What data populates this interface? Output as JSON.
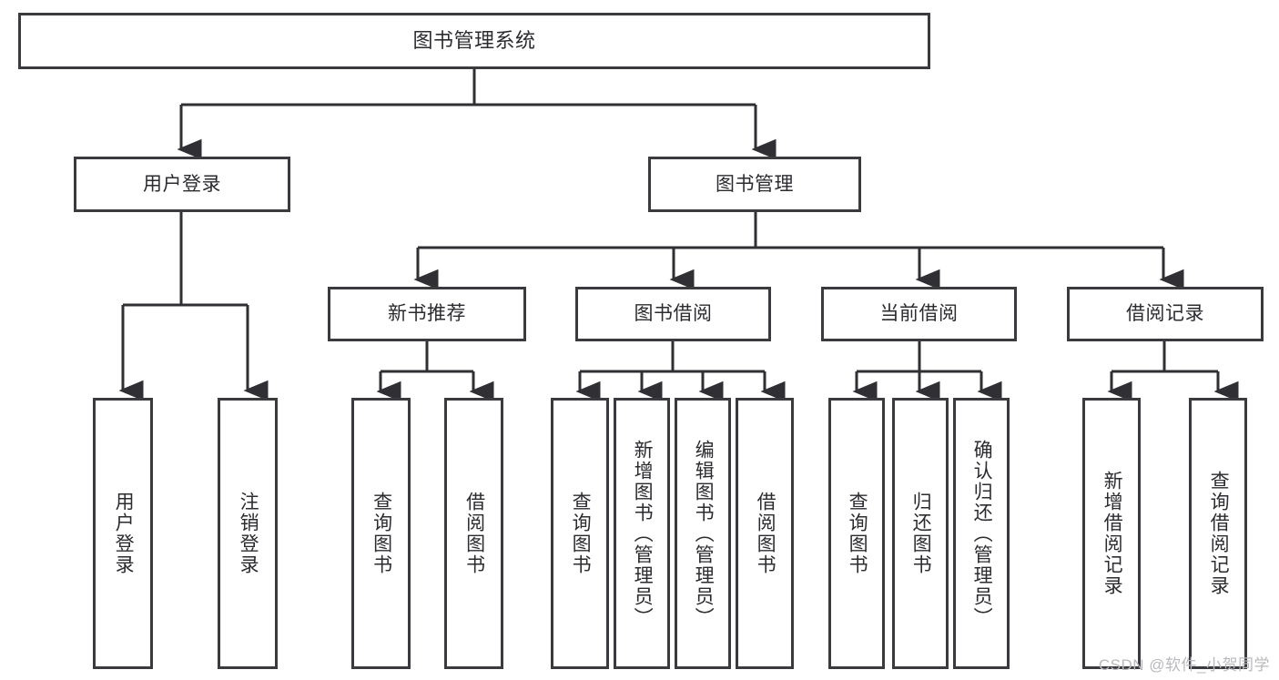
{
  "diagram": {
    "title": "图书管理系统",
    "type": "tree",
    "root": {
      "label": "图书管理系统"
    },
    "level2": [
      {
        "label": "用户登录"
      },
      {
        "label": "图书管理"
      }
    ],
    "level3": [
      {
        "label": "新书推荐"
      },
      {
        "label": "图书借阅"
      },
      {
        "label": "当前借阅"
      },
      {
        "label": "借阅记录"
      }
    ],
    "leaves": {
      "user_login": [
        {
          "label": "用户登录"
        },
        {
          "label": "注销登录"
        }
      ],
      "new_book_recommend": [
        {
          "label": "查询图书"
        },
        {
          "label": "借阅图书"
        }
      ],
      "book_borrow": [
        {
          "label": "查询图书"
        },
        {
          "label": "新增图书（管理员）"
        },
        {
          "label": "编辑图书（管理员）"
        },
        {
          "label": "借阅图书"
        }
      ],
      "current_borrow": [
        {
          "label": "查询图书"
        },
        {
          "label": "归还图书"
        },
        {
          "label": "确认归还（管理员）"
        }
      ],
      "borrow_record": [
        {
          "label": "新增借阅记录"
        },
        {
          "label": "查询借阅记录"
        }
      ]
    }
  },
  "watermark": {
    "text": "CSDN @软件_小贺同学"
  },
  "colors": {
    "border": "#3a3a3f",
    "text": "#2b2b30",
    "background": "#ffffff",
    "watermark": "#b9b9bd"
  }
}
